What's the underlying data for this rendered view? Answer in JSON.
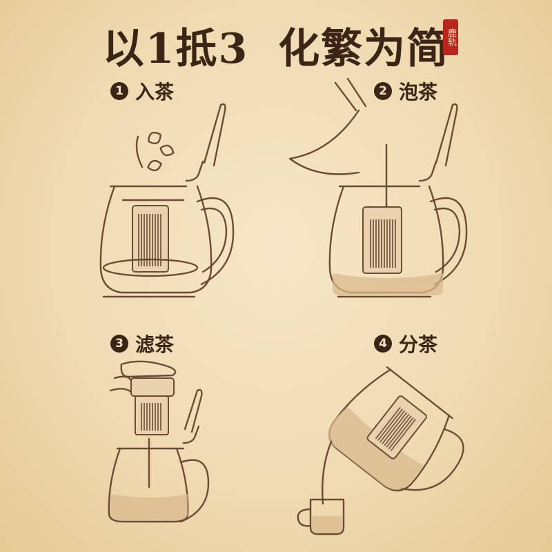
{
  "title": {
    "part1": "以1抵3",
    "part2": "化繁为简",
    "seal_text": "鹿轨"
  },
  "steps": [
    {
      "number": "1",
      "label": "入茶"
    },
    {
      "number": "2",
      "label": "泡茶"
    },
    {
      "number": "3",
      "label": "滤茶"
    },
    {
      "number": "4",
      "label": "分茶"
    }
  ],
  "colors": {
    "background": "#efd9b0",
    "ink": "#3b2516",
    "line": "#6b4b33",
    "seal": "#b8261c"
  }
}
